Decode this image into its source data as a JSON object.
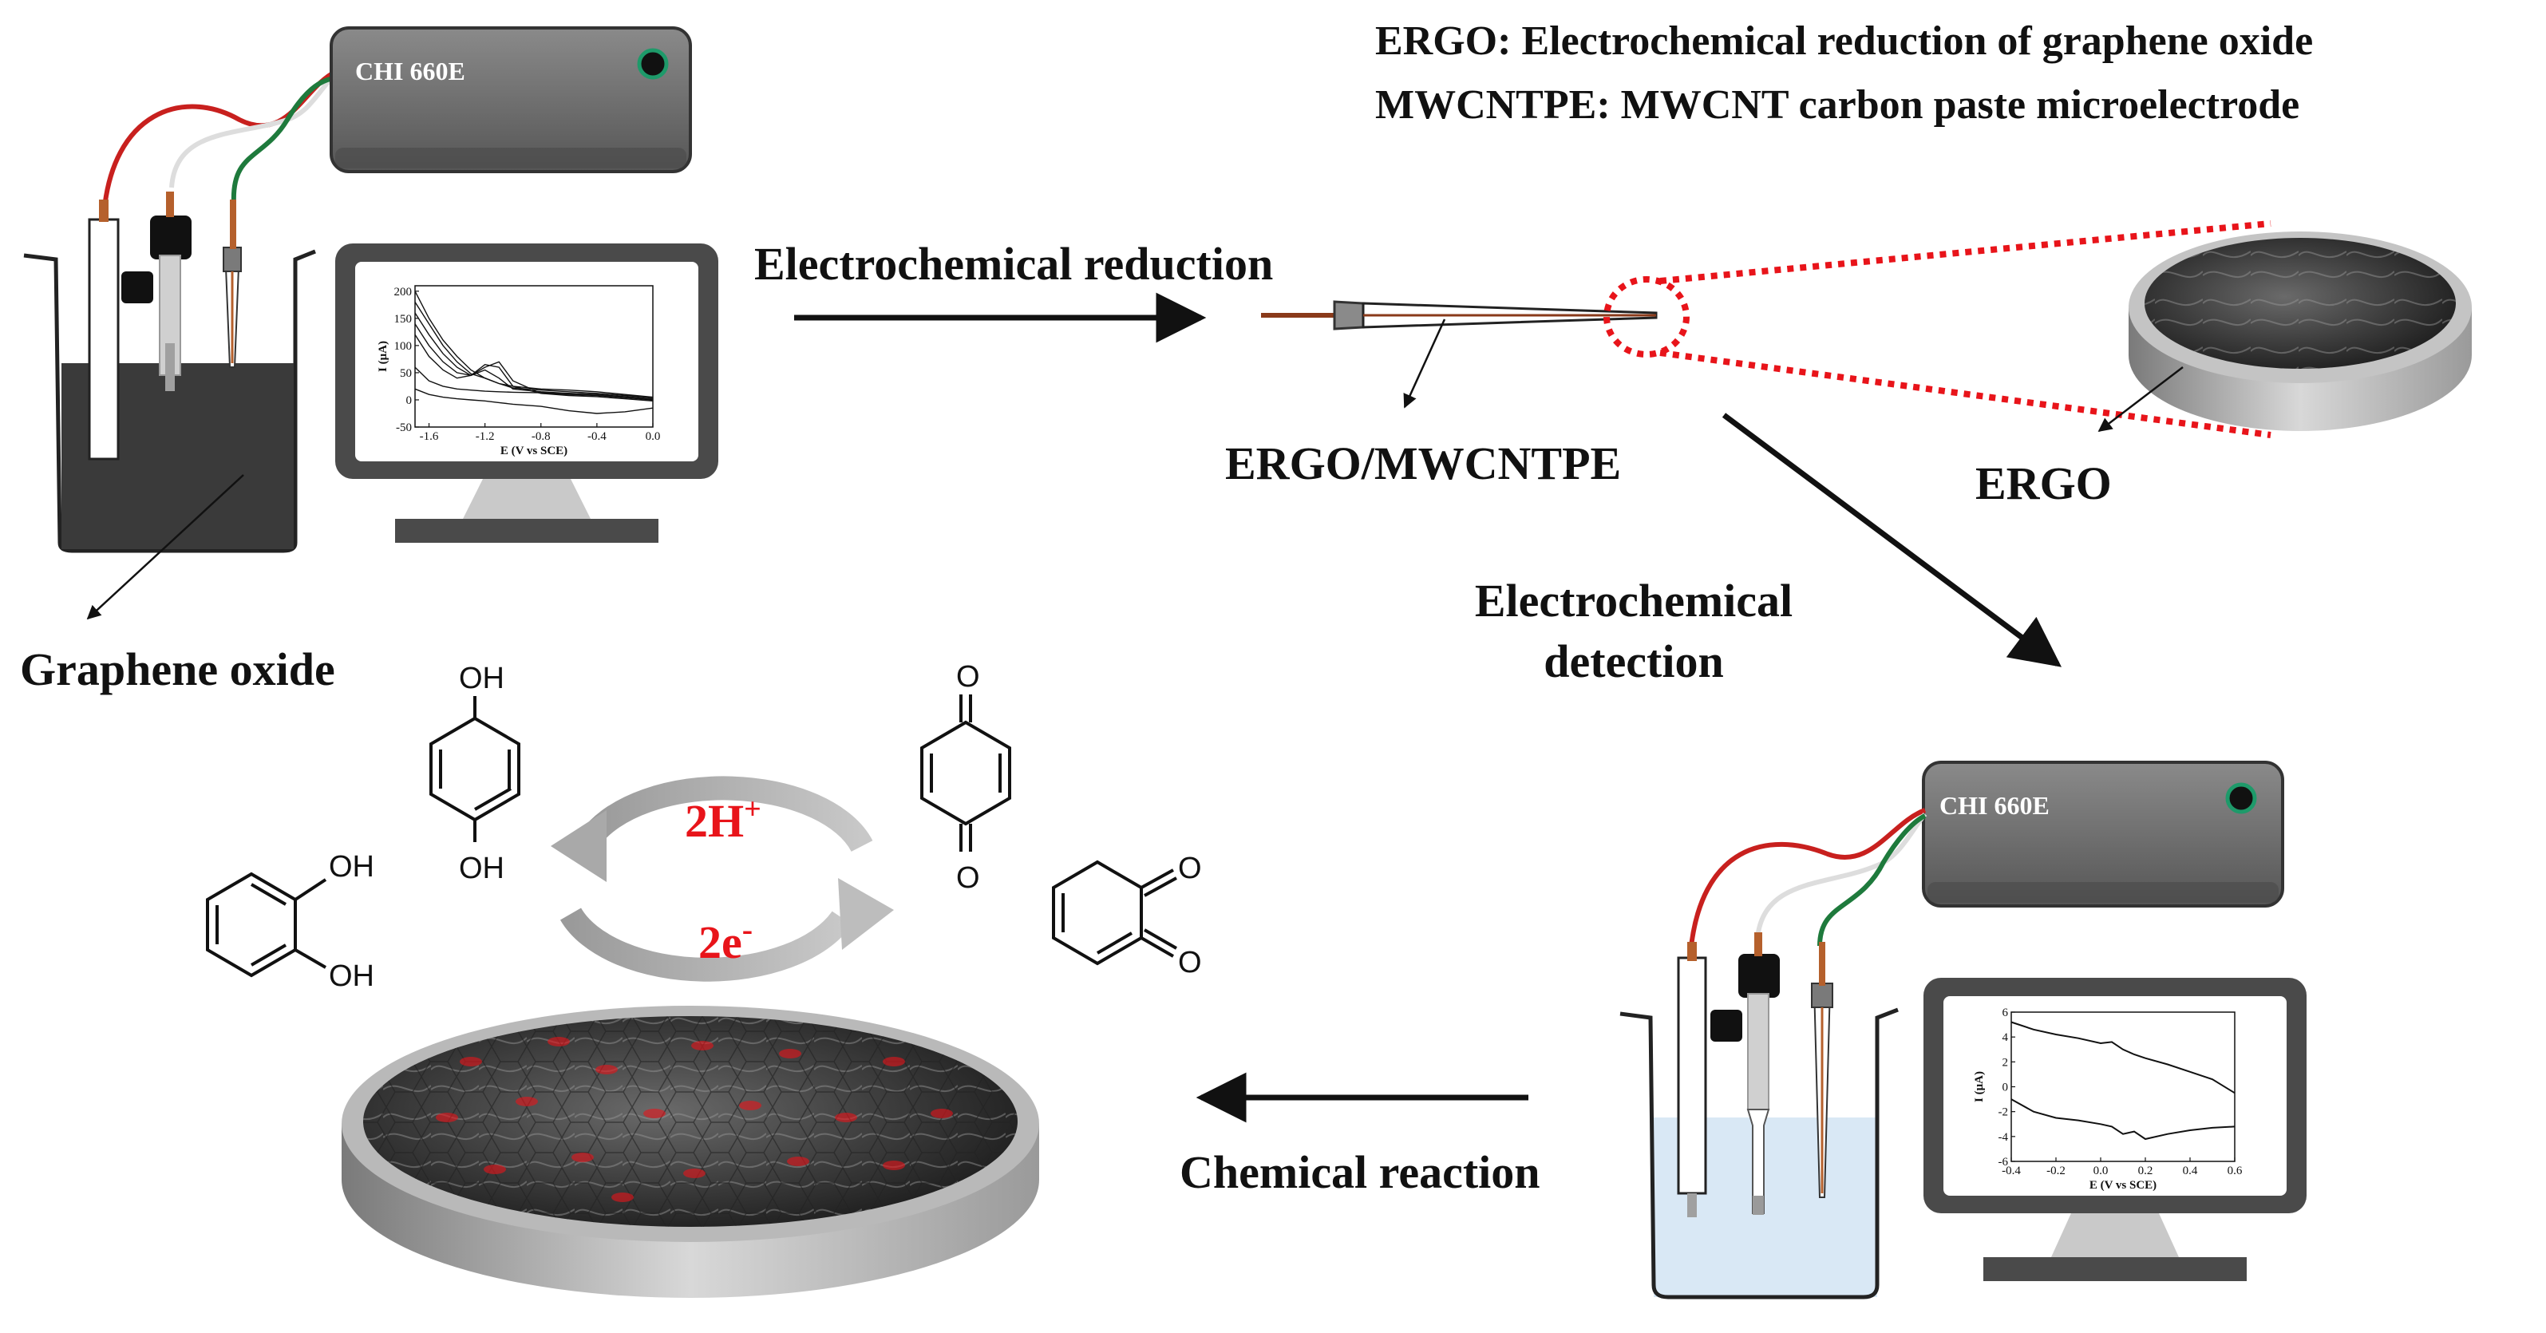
{
  "legend": {
    "ergo": "ERGO: Electrochemical reduction of graphene oxide",
    "mwcntpe": "MWCNTPE: MWCNT carbon paste microelectrode"
  },
  "labels": {
    "graphene_oxide": "Graphene oxide",
    "electrochemical_reduction": "Electrochemical reduction",
    "ergo_mwcntpe": "ERGO/MWCNTPE",
    "ergo": "ERGO",
    "electrochemical_detection_1": "Electrochemical",
    "electrochemical_detection_2": "detection",
    "chemical_reaction": "Chemical reaction"
  },
  "instrument": {
    "top": "CHI 660E",
    "bottom": "CHI 660E"
  },
  "reaction": {
    "protons_base": "2H",
    "protons_sup": "+",
    "electrons_base": "2e",
    "electrons_sup": "-",
    "hydroquinone_oh_top": "OH",
    "hydroquinone_oh_bottom": "OH",
    "catechol_oh_1": "OH",
    "catechol_oh_2": "OH",
    "benzoquinone_o_top": "O",
    "benzoquinone_o_bottom": "O",
    "orthoquinone_o_1": "O",
    "orthoquinone_o_2": "O"
  },
  "colors": {
    "red_lead": "#c8201e",
    "green_lead": "#1e7a3c",
    "instrument_body": "#6f6f6f",
    "solution_dark": "#3a3a3a",
    "solution_light": "#d9e8f5",
    "ion_red": "#e8141a"
  },
  "chart_data": [
    {
      "id": "reduction-cv",
      "type": "line",
      "xlabel": "E (V vs SCE)",
      "ylabel": "I (μA)",
      "xlim": [
        -1.7,
        0.0
      ],
      "ylim": [
        -50,
        210
      ],
      "x_ticks": [
        "-1.6",
        "-1.2",
        "-0.8",
        "-0.4",
        "0.0"
      ],
      "x_tick_values": [
        -1.6,
        -1.2,
        -0.8,
        -0.4,
        0.0
      ],
      "y_ticks": [
        "200",
        "150",
        "100",
        "50",
        "0",
        "-50"
      ],
      "y_tick_values": [
        200,
        150,
        100,
        50,
        0,
        -50
      ],
      "series": [
        {
          "x": [
            -1.7,
            -1.6,
            -1.5,
            -1.4,
            -1.3,
            -1.2,
            -1.1,
            -1.0,
            -0.8,
            -0.6,
            -0.4,
            -0.2,
            0.0
          ],
          "y": [
            200,
            150,
            110,
            80,
            55,
            40,
            30,
            25,
            20,
            18,
            15,
            10,
            5
          ]
        },
        {
          "x": [
            -1.7,
            -1.6,
            -1.5,
            -1.4,
            -1.3,
            -1.2,
            -1.1,
            -1.0,
            -0.8,
            -0.6,
            -0.4,
            -0.2,
            0.0
          ],
          "y": [
            180,
            140,
            100,
            70,
            48,
            40,
            30,
            22,
            18,
            15,
            12,
            8,
            4
          ]
        },
        {
          "x": [
            -1.7,
            -1.6,
            -1.5,
            -1.4,
            -1.3,
            -1.2,
            -1.1,
            -1.0,
            -0.8,
            -0.6,
            -0.4,
            -0.2,
            0.0
          ],
          "y": [
            160,
            120,
            85,
            60,
            45,
            55,
            40,
            20,
            15,
            12,
            10,
            6,
            2
          ]
        },
        {
          "x": [
            -1.7,
            -1.6,
            -1.5,
            -1.4,
            -1.3,
            -1.2,
            -1.1,
            -1.0,
            -0.8,
            -0.6,
            -0.4,
            -0.2,
            0.0
          ],
          "y": [
            140,
            100,
            70,
            50,
            45,
            65,
            60,
            25,
            12,
            10,
            8,
            4,
            0
          ]
        },
        {
          "x": [
            -1.7,
            -1.6,
            -1.5,
            -1.4,
            -1.3,
            -1.2,
            -1.1,
            -1.0,
            -0.8,
            -0.6,
            -0.4,
            -0.2,
            0.0
          ],
          "y": [
            120,
            80,
            55,
            40,
            45,
            60,
            70,
            35,
            12,
            8,
            6,
            2,
            -2
          ]
        },
        {
          "x": [
            -1.7,
            -1.6,
            -1.5,
            -1.4,
            -1.3,
            -1.2,
            -1.1,
            -1.0,
            -0.8,
            -0.6,
            -0.4,
            -0.2,
            0.0
          ],
          "y": [
            60,
            35,
            25,
            20,
            18,
            16,
            15,
            14,
            13,
            12,
            10,
            5,
            0
          ]
        },
        {
          "x": [
            -1.7,
            -1.6,
            -1.5,
            -1.4,
            -1.3,
            -1.2,
            -1.1,
            -1.0,
            -0.8,
            -0.6,
            -0.4,
            -0.2,
            0.0
          ],
          "y": [
            20,
            10,
            5,
            2,
            0,
            -2,
            -5,
            -8,
            -12,
            -20,
            -25,
            -22,
            -15
          ]
        }
      ]
    },
    {
      "id": "detection-cv",
      "type": "line",
      "xlabel": "E (V vs SCE)",
      "ylabel": "I (μA)",
      "xlim": [
        -0.4,
        0.6
      ],
      "ylim": [
        -6,
        6
      ],
      "x_ticks": [
        "-0.4",
        "-0.2",
        "0.0",
        "0.2",
        "0.4",
        "0.6"
      ],
      "x_tick_values": [
        -0.4,
        -0.2,
        0.0,
        0.2,
        0.4,
        0.6
      ],
      "y_ticks": [
        "6",
        "4",
        "2",
        "0",
        "-2",
        "-4",
        "-6"
      ],
      "y_tick_values": [
        6,
        4,
        2,
        0,
        -2,
        -4,
        -6
      ],
      "series": [
        {
          "x": [
            -0.4,
            -0.3,
            -0.2,
            -0.1,
            0.0,
            0.05,
            0.1,
            0.15,
            0.2,
            0.3,
            0.4,
            0.5,
            0.6
          ],
          "y": [
            5.2,
            4.6,
            4.2,
            3.9,
            3.5,
            3.6,
            3.0,
            2.6,
            2.3,
            1.8,
            1.2,
            0.6,
            -0.5
          ]
        },
        {
          "x": [
            -0.4,
            -0.3,
            -0.2,
            -0.1,
            0.0,
            0.05,
            0.1,
            0.15,
            0.2,
            0.3,
            0.4,
            0.5,
            0.6
          ],
          "y": [
            -1.0,
            -2.0,
            -2.5,
            -2.7,
            -3.0,
            -3.2,
            -3.8,
            -3.6,
            -4.2,
            -3.8,
            -3.5,
            -3.3,
            -3.2
          ]
        }
      ]
    }
  ]
}
